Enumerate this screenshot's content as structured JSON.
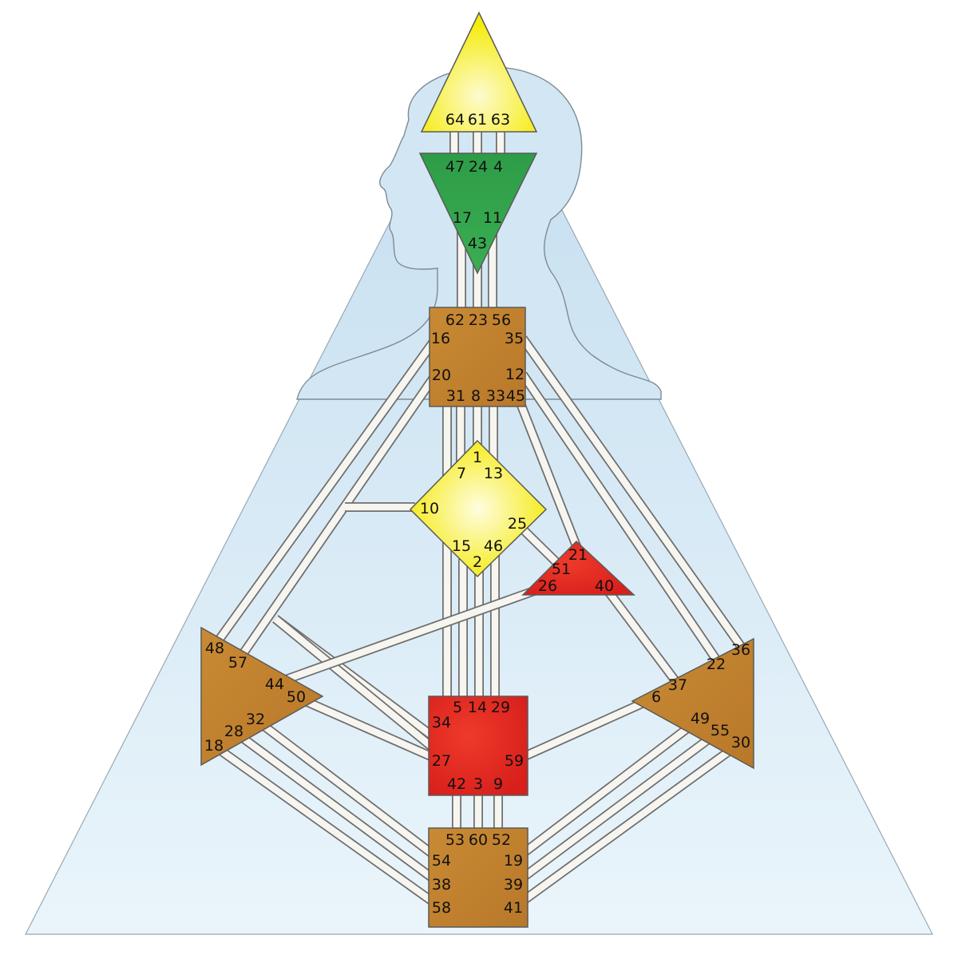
{
  "colors": {
    "background_top": "#c5dff0",
    "background_bottom": "#e9f4fb",
    "silhouette": "#d3e7f4",
    "channel": "#f7f5ef",
    "head_center": "#f5ee1e",
    "ajna_center": "#2f9a44",
    "g_center": "#f7ee20",
    "sacral_center": "#e3221f",
    "ego_center": "#e3221f",
    "motor_brown": "#c98830"
  },
  "centers": {
    "head": {
      "gates": [
        "64",
        "61",
        "63"
      ]
    },
    "ajna": {
      "gates": [
        "47",
        "24",
        "4",
        "17",
        "11",
        "43"
      ]
    },
    "throat": {
      "gates": [
        "62",
        "23",
        "56",
        "16",
        "35",
        "20",
        "12",
        "31",
        "8",
        "33",
        "45"
      ]
    },
    "g": {
      "gates": [
        "1",
        "7",
        "13",
        "10",
        "25",
        "15",
        "46",
        "2"
      ]
    },
    "ego": {
      "gates": [
        "21",
        "51",
        "26",
        "40"
      ]
    },
    "spleen": {
      "gates": [
        "48",
        "57",
        "44",
        "50",
        "32",
        "28",
        "18"
      ]
    },
    "sacral": {
      "gates": [
        "5",
        "14",
        "29",
        "34",
        "27",
        "59",
        "42",
        "3",
        "9"
      ]
    },
    "solar": {
      "gates": [
        "36",
        "22",
        "6",
        "37",
        "49",
        "55",
        "30"
      ]
    },
    "root": {
      "gates": [
        "53",
        "60",
        "52",
        "54",
        "19",
        "38",
        "39",
        "58",
        "41"
      ]
    }
  }
}
